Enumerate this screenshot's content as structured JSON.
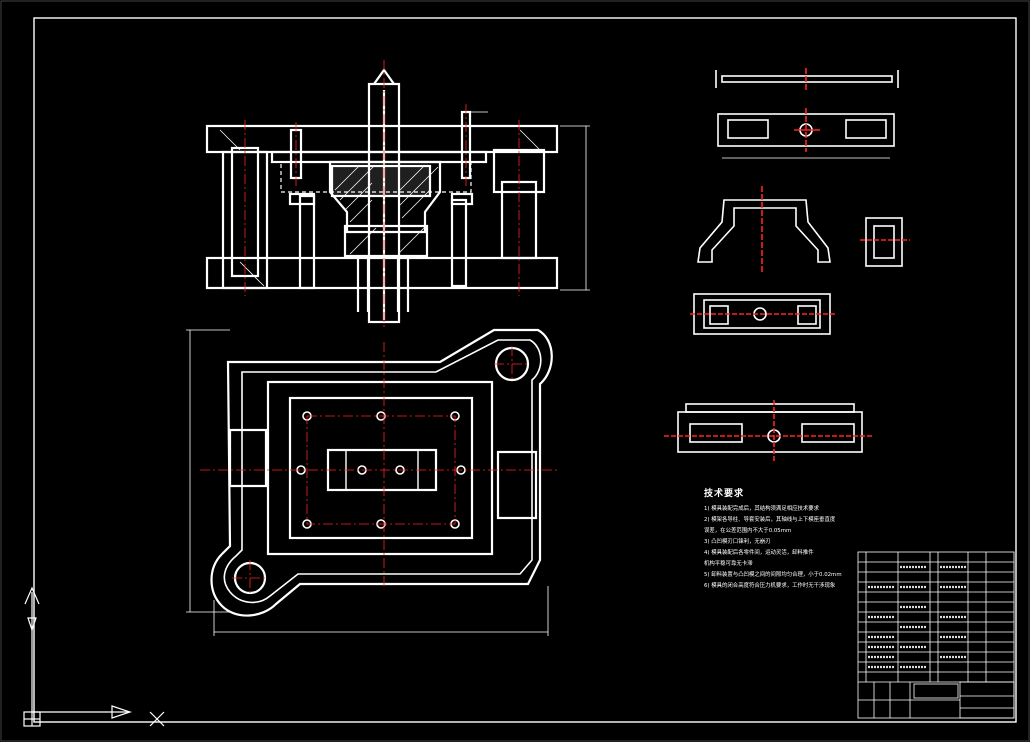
{
  "drawing": {
    "background": "#000000",
    "line_color": "#ffffff",
    "center_line_color": "#ff2222",
    "dimension_color": "#ffffff"
  },
  "technical_requirements": {
    "title": "技术要求",
    "items": [
      "1) 模具装配完成后，其结构须满足相应技术要求",
      "2) 模架各导柱、导套安装后，其轴线与上下模座垂直度",
      "误差，在公差范围内不大于0.05mm",
      "3) 凸凹模刃口锋利，无崩刃",
      "4) 模具装配后各零件间，运动灵活，卸料推件",
      "机构平稳可靠无卡滞",
      "5) 卸料装置与凸凹模之间的间隙均匀合理，小于0.02mm",
      "6) 模具的闭合高度符合压力机要求，工作时无干涉现象"
    ]
  }
}
